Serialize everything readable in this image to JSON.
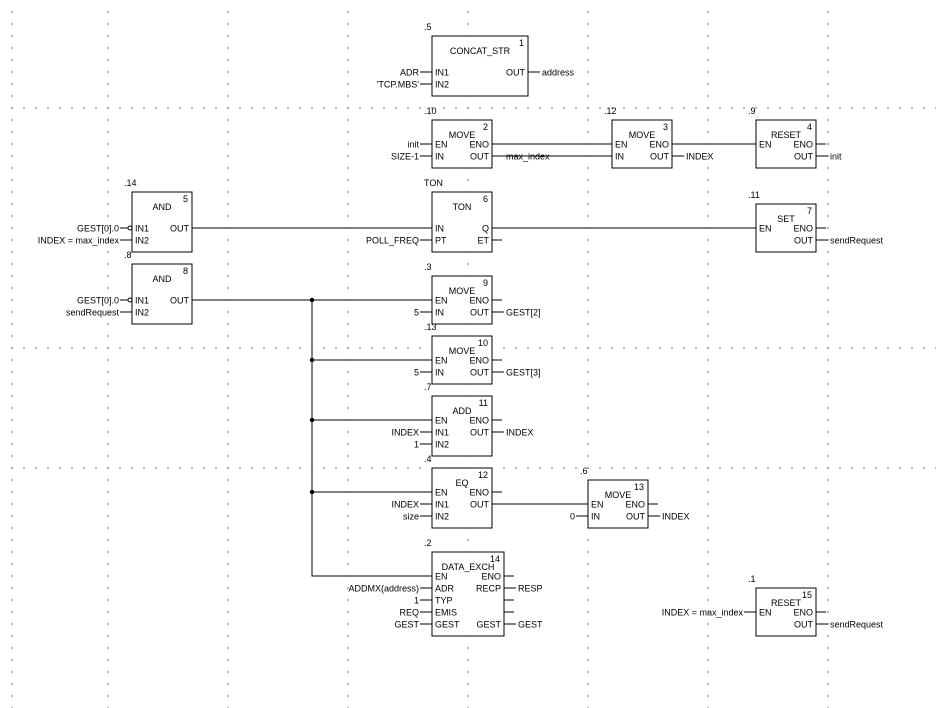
{
  "blocks": [
    {
      "id": "concat",
      "num": "1",
      "exec": ".5",
      "title": "CONCAT_STR",
      "in": [
        "IN1",
        "IN2"
      ],
      "out": [
        "OUT"
      ],
      "in_ext": [
        "ADR",
        "'TCP.MBS'"
      ],
      "out_ext": [
        "address"
      ]
    },
    {
      "id": "move2",
      "num": "2",
      "exec": ".10",
      "title": "MOVE",
      "in": [
        "EN",
        "IN"
      ],
      "out": [
        "ENO",
        "OUT"
      ],
      "in_ext": [
        "init",
        "SIZE-1"
      ],
      "out_ext": [
        "",
        "max_index"
      ]
    },
    {
      "id": "move3",
      "num": "3",
      "exec": ".12",
      "title": "MOVE",
      "in": [
        "EN",
        "IN"
      ],
      "out": [
        "ENO",
        "OUT"
      ],
      "in_ext": [
        "",
        ""
      ],
      "out_ext": [
        "",
        "INDEX"
      ]
    },
    {
      "id": "reset4",
      "num": "4",
      "exec": ".9",
      "title": "RESET",
      "in": [
        "EN"
      ],
      "out": [
        "ENO",
        "OUT"
      ],
      "in_ext": [
        ""
      ],
      "out_ext": [
        "",
        "init"
      ]
    },
    {
      "id": "and5",
      "num": "5",
      "exec": ".14",
      "title": "AND",
      "in": [
        "IN1",
        "IN2"
      ],
      "out": [
        "OUT"
      ],
      "in_ext": [
        "GEST[0].0",
        "INDEX = max_index"
      ],
      "out_ext": [
        ""
      ]
    },
    {
      "id": "ton6",
      "num": "6",
      "exec": "TON",
      "title": "TON",
      "in": [
        "IN",
        "PT"
      ],
      "out": [
        "Q",
        "ET"
      ],
      "in_ext": [
        "",
        "POLL_FREQ"
      ],
      "out_ext": [
        "",
        ""
      ]
    },
    {
      "id": "set7",
      "num": "7",
      "exec": ".11",
      "title": "SET",
      "in": [
        "EN"
      ],
      "out": [
        "ENO",
        "OUT"
      ],
      "in_ext": [
        ""
      ],
      "out_ext": [
        "",
        "sendRequest"
      ]
    },
    {
      "id": "and8",
      "num": "8",
      "exec": ".8",
      "title": "AND",
      "in": [
        "IN1",
        "IN2"
      ],
      "out": [
        "OUT"
      ],
      "in_ext": [
        "GEST[0].0",
        "sendRequest"
      ],
      "out_ext": [
        ""
      ]
    },
    {
      "id": "move9",
      "num": "9",
      "exec": ".3",
      "title": "MOVE",
      "in": [
        "EN",
        "IN"
      ],
      "out": [
        "ENO",
        "OUT"
      ],
      "in_ext": [
        "",
        "5"
      ],
      "out_ext": [
        "",
        "GEST[2]"
      ]
    },
    {
      "id": "move10",
      "num": "10",
      "exec": ".13",
      "title": "MOVE",
      "in": [
        "EN",
        "IN"
      ],
      "out": [
        "ENO",
        "OUT"
      ],
      "in_ext": [
        "",
        "5"
      ],
      "out_ext": [
        "",
        "GEST[3]"
      ]
    },
    {
      "id": "add11",
      "num": "11",
      "exec": ".7",
      "title": "ADD",
      "in": [
        "EN",
        "IN1",
        "IN2"
      ],
      "out": [
        "ENO",
        "OUT"
      ],
      "in_ext": [
        "",
        "INDEX",
        "1"
      ],
      "out_ext": [
        "",
        "INDEX"
      ]
    },
    {
      "id": "eq12",
      "num": "12",
      "exec": ".4",
      "title": "EQ",
      "in": [
        "EN",
        "IN1",
        "IN2"
      ],
      "out": [
        "ENO",
        "OUT"
      ],
      "in_ext": [
        "",
        "INDEX",
        "size"
      ],
      "out_ext": [
        "",
        ""
      ]
    },
    {
      "id": "move13",
      "num": "13",
      "exec": ".6",
      "title": "MOVE",
      "in": [
        "EN",
        "IN"
      ],
      "out": [
        "ENO",
        "OUT"
      ],
      "in_ext": [
        "",
        "0"
      ],
      "out_ext": [
        "",
        "INDEX"
      ]
    },
    {
      "id": "dx14",
      "num": "14",
      "exec": ".2",
      "title": "DATA_EXCH",
      "in": [
        "EN",
        "ADR",
        "TYP",
        "EMIS",
        "GEST"
      ],
      "out": [
        "ENO",
        "RECP",
        "",
        "",
        "GEST"
      ],
      "in_ext": [
        "",
        "ADDMX(address)",
        "1",
        "REQ",
        "GEST"
      ],
      "out_ext": [
        "",
        "RESP",
        "",
        "",
        "GEST"
      ]
    },
    {
      "id": "reset15",
      "num": "15",
      "exec": ".1",
      "title": "RESET",
      "in": [
        "EN"
      ],
      "out": [
        "ENO",
        "OUT"
      ],
      "in_ext": [
        "INDEX = max_index"
      ],
      "out_ext": [
        "",
        "sendRequest"
      ]
    }
  ]
}
